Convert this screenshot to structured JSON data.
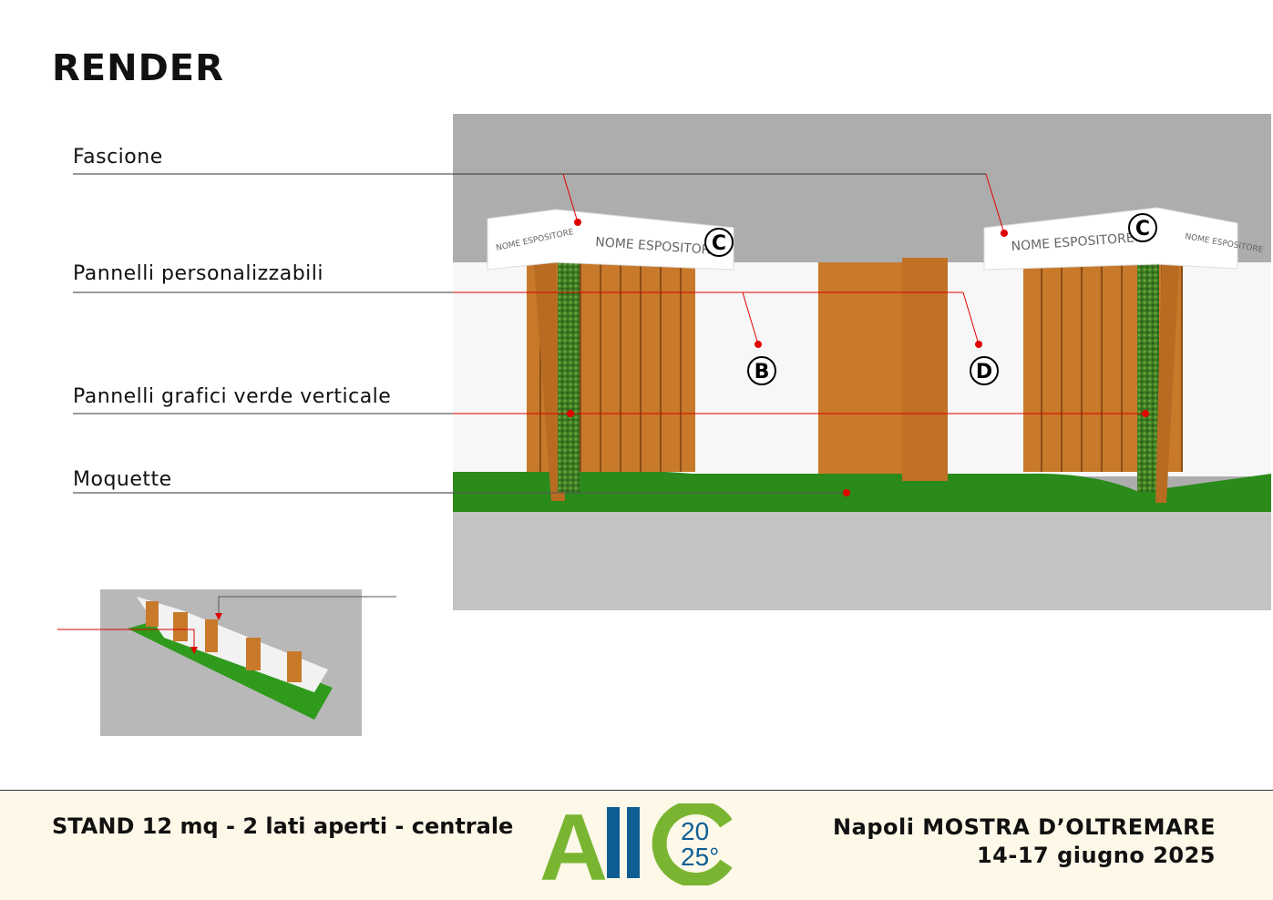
{
  "page": {
    "title": "RENDER"
  },
  "labels": {
    "fascione": "Fascione",
    "pannelli_personalizzabili": "Pannelli personalizzabili",
    "pannelli_verde": "Pannelli grafici verde verticale",
    "moquette": "Moquette"
  },
  "render": {
    "fascia_text": "NOME ESPOSITORE",
    "marker_c": "C",
    "marker_b": "B",
    "marker_d": "D"
  },
  "footer": {
    "stand": "STAND 12 mq - 2 lati aperti - centrale",
    "location": "Napoli MOSTRA D’OLTREMARE",
    "dates": "14-17 giugno 2025",
    "logo": {
      "letters_a": "A",
      "letters_ii": "II",
      "letters_c": "C",
      "year_top": "20",
      "year_bottom": "25°"
    }
  },
  "colors": {
    "leader": "#e00000",
    "wood": "#c8792a",
    "green": "#2f8f1c",
    "logo_green": "#7ab532",
    "logo_blue": "#0e5e94",
    "footer_bg": "#fdf8e8"
  }
}
